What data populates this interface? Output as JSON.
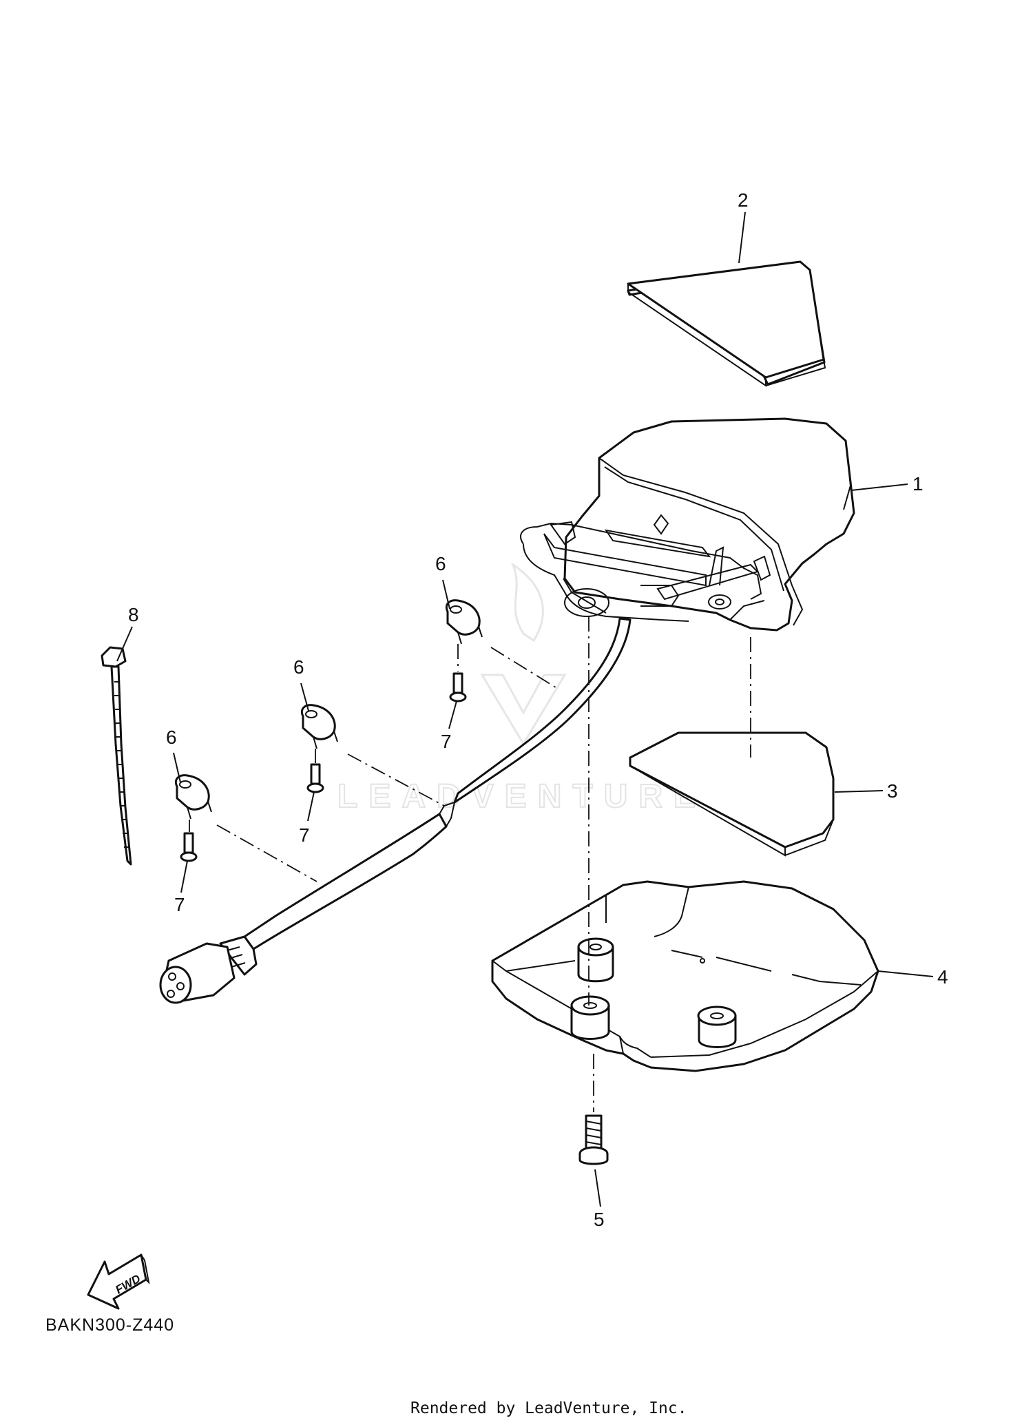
{
  "diagram": {
    "code": "BAKN300-Z440",
    "rendered_by": "Rendered by LeadVenture, Inc.",
    "watermark": "LEADVENTURE",
    "fwd_label": "FWD",
    "callouts": {
      "c1": "1",
      "c2": "2",
      "c3": "3",
      "c4": "4",
      "c5": "5",
      "c6a": "6",
      "c6b": "6",
      "c6c": "6",
      "c7a": "7",
      "c7b": "7",
      "c7c": "7",
      "c8": "8"
    }
  }
}
